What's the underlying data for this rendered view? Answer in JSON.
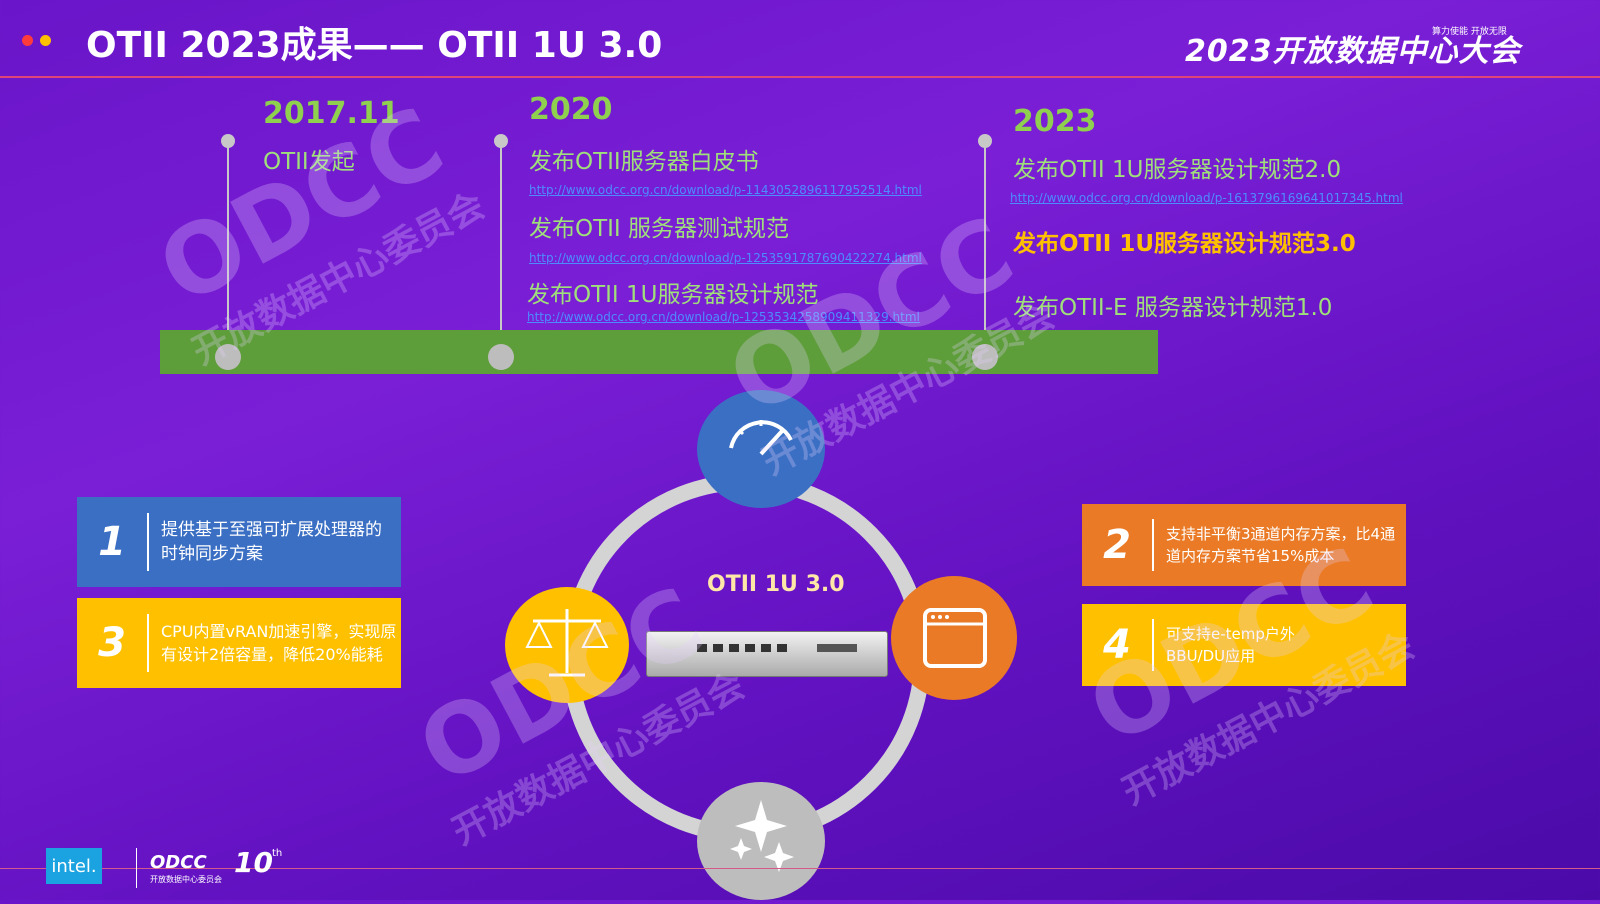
{
  "header": {
    "title": "OTII 2023成果—— OTII 1U 3.0",
    "conference_logo_text": "2023开放数据中心大会",
    "conference_tagline": "算力使能 开放无限",
    "dot_colors": [
      "#ff3b3b",
      "#ffc000"
    ]
  },
  "timeline": {
    "milestones": [
      {
        "year": "2017.11",
        "items": [
          {
            "text": "OTII发起",
            "link": ""
          }
        ]
      },
      {
        "year": "2020",
        "items": [
          {
            "text": "发布OTII服务器白皮书",
            "link": "http://www.odcc.org.cn/download/p-1143052896117952514.html"
          },
          {
            "text": "发布OTII 服务器测试规范",
            "link": "http://www.odcc.org.cn/download/p-1253591787690422274.html"
          },
          {
            "text": "发布OTII 1U服务器设计规范",
            "link": "http://www.odcc.org.cn/download/p-1253534258909411329.html"
          }
        ]
      },
      {
        "year": "2023",
        "items": [
          {
            "text": "发布OTII 1U服务器设计规范2.0",
            "link": "http://www.odcc.org.cn/download/p-1613796169641017345.html"
          },
          {
            "text": "发布OTII 1U服务器设计规范3.0",
            "link": "",
            "highlight": true
          },
          {
            "text": "发布OTII-E 服务器设计规范1.0",
            "link": ""
          }
        ]
      }
    ],
    "bar_color": "#5e9e3a"
  },
  "center": {
    "product_label": "OTII 1U 3.0",
    "nodes": [
      {
        "icon": "speedometer-icon",
        "color": "#3b6fc4"
      },
      {
        "icon": "balance-scale-icon",
        "color": "#ffc000"
      },
      {
        "icon": "browser-window-icon",
        "color": "#ea7a25"
      },
      {
        "icon": "sparkle-icon",
        "color": "#bdbdbd"
      }
    ]
  },
  "features": [
    {
      "num": "1",
      "text": "提供基于至强可扩展处理器的时钟同步方案",
      "color": "#3b6fc4"
    },
    {
      "num": "2",
      "text": "支持非平衡3通道内存方案，比4通道内存方案节省15%成本",
      "color": "#ea7a25"
    },
    {
      "num": "3",
      "text": "CPU内置vRAN加速引擎，实现原有设计2倍容量，降低20%能耗",
      "color": "#ffc000"
    },
    {
      "num": "4",
      "text": "可支持e-temp户外BBU/DU应用",
      "color": "#ffc000"
    }
  ],
  "watermark": {
    "logo": "ODCC",
    "org": "开放数据中心委员会"
  },
  "footer": {
    "intel": "intel.",
    "odcc": "ODCC",
    "odcc_sub": "开放数据中心委员会",
    "anniversary": "10",
    "anniversary_suffix": "th"
  }
}
